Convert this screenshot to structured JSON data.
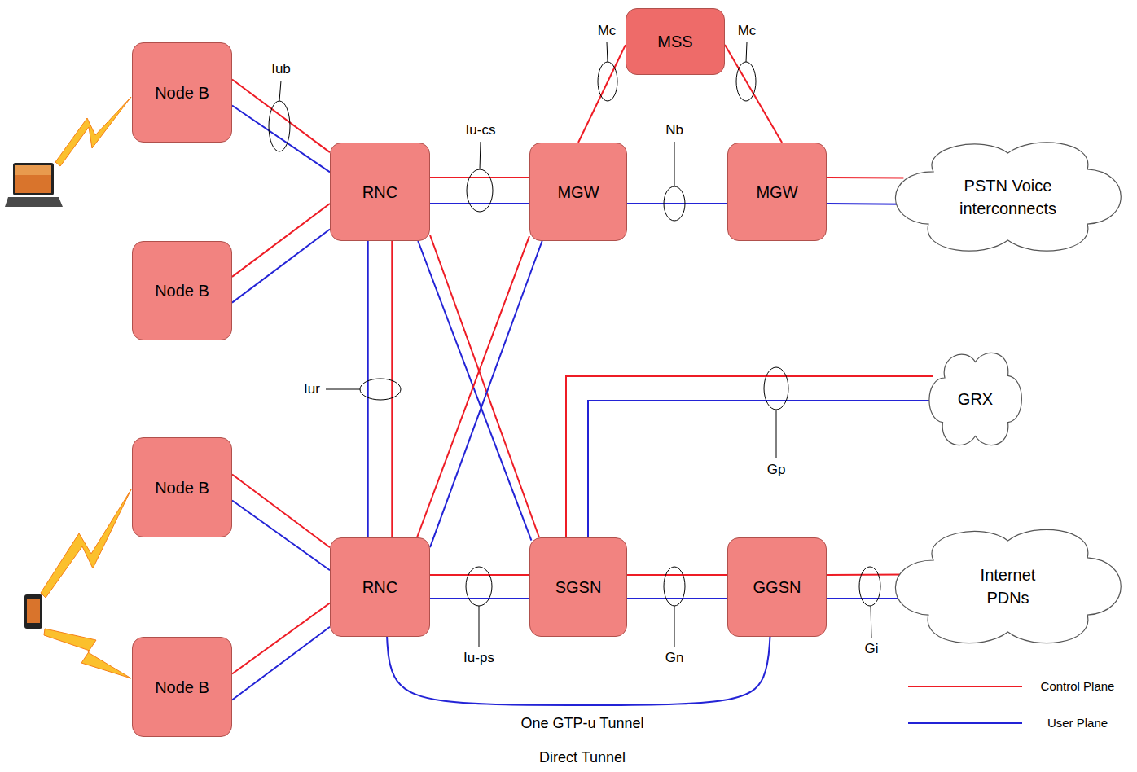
{
  "diagram": {
    "nodes": [
      {
        "text": [
          "Node B"
        ]
      },
      {
        "text": [
          "MSS"
        ]
      },
      {
        "text": [
          "RNC"
        ]
      },
      {
        "text": [
          "MGW"
        ]
      },
      {
        "text": [
          "MGW"
        ]
      },
      {
        "text": [
          "PSTN Voice interconnects"
        ]
      },
      {
        "text": [
          "Node B"
        ]
      },
      {
        "text": [
          "GRX"
        ]
      },
      {
        "text": [
          "Node B"
        ]
      },
      {
        "text": [
          "RNC"
        ]
      },
      {
        "text": [
          "SGSN"
        ]
      },
      {
        "text": [
          "GGSN"
        ]
      },
      {
        "text": [
          "Internet PDNs"
        ]
      },
      {
        "text": [
          "Node B"
        ]
      }
    ],
    "edges": [
      {
        "from": 0,
        "to": 2,
        "arrow": "none"
      },
      {
        "from": 0,
        "to": 2,
        "arrow": "none"
      },
      {
        "from": 1,
        "to": 3,
        "arrow": "none"
      },
      {
        "from": 1,
        "to": 4,
        "arrow": "none"
      },
      {
        "from": 2,
        "to": 3,
        "arrow": "none"
      },
      {
        "from": 2,
        "to": 3,
        "arrow": "none"
      },
      {
        "from": 3,
        "to": 4,
        "arrow": "none"
      },
      {
        "from": 4,
        "to": 5,
        "arrow": "none"
      },
      {
        "from": 4,
        "to": 5,
        "arrow": "none"
      },
      {
        "from": 6,
        "to": 2,
        "arrow": "none"
      },
      {
        "from": 6,
        "to": 2,
        "arrow": "none"
      },
      {
        "from": 2,
        "to": 9,
        "arrow": "none"
      },
      {
        "from": 2,
        "to": 9,
        "arrow": "none"
      },
      {
        "from": 2,
        "to": 10,
        "arrow": "none"
      },
      {
        "from": 2,
        "to": 10,
        "arrow": "none"
      },
      {
        "from": 9,
        "to": 3,
        "arrow": "none"
      },
      {
        "from": 9,
        "to": 3,
        "arrow": "none"
      },
      {
        "from": 10,
        "to": 7,
        "arrow": "none"
      },
      {
        "from": 10,
        "to": 7,
        "arrow": "none"
      },
      {
        "from": 8,
        "to": 9,
        "arrow": "none"
      },
      {
        "from": 8,
        "to": 9,
        "arrow": "none"
      },
      {
        "from": 9,
        "to": 10,
        "arrow": "none"
      },
      {
        "from": 9,
        "to": 10,
        "arrow": "none"
      },
      {
        "from": 10,
        "to": 11,
        "arrow": "none"
      },
      {
        "from": 10,
        "to": 11,
        "arrow": "none"
      },
      {
        "from": 11,
        "to": 12,
        "arrow": "none"
      },
      {
        "from": 11,
        "to": 12,
        "arrow": "none"
      },
      {
        "from": 13,
        "to": 9,
        "arrow": "none"
      },
      {
        "from": 13,
        "to": 9,
        "arrow": "none"
      },
      {
        "from": 9,
        "to": 11,
        "label": "One GTP-u Tunnel",
        "arrow": "none"
      }
    ],
    "labels": [
      "Mc",
      "Mc",
      "Iub",
      "Iu-cs",
      "Nb",
      "Iur",
      "Gp",
      "Gi",
      "Iu-ps",
      "Gn",
      "Direct Tunnel"
    ],
    "legend": [
      {
        "text": "Control Plane"
      },
      {
        "text": "User Plane"
      }
    ]
  }
}
